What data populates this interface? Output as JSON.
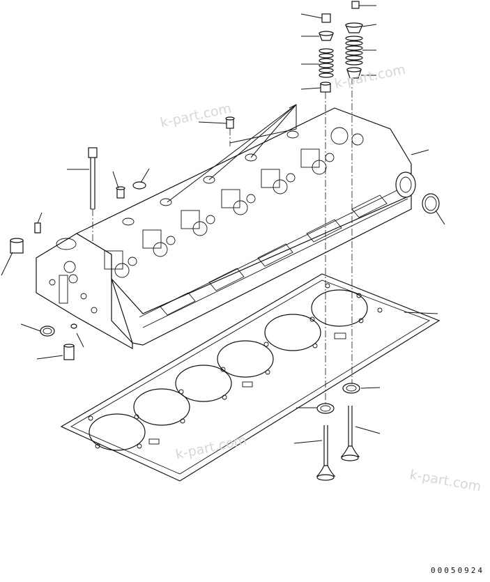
{
  "diagram": {
    "watermarks": [
      "k-part.com",
      "k-part.com",
      "k-part.com",
      "k-part.com"
    ],
    "drawing_number": "00050924",
    "parts": [
      "cylinder-head",
      "head-gasket",
      "head-bolt",
      "injector-sleeve",
      "expansion-plug",
      "valve-spring",
      "spring-retainer",
      "valve-cotter",
      "valve-rotator",
      "valve-stem-seal",
      "intake-valve",
      "exhaust-valve",
      "valve-seat-insert",
      "dowel-pin",
      "plug"
    ]
  }
}
